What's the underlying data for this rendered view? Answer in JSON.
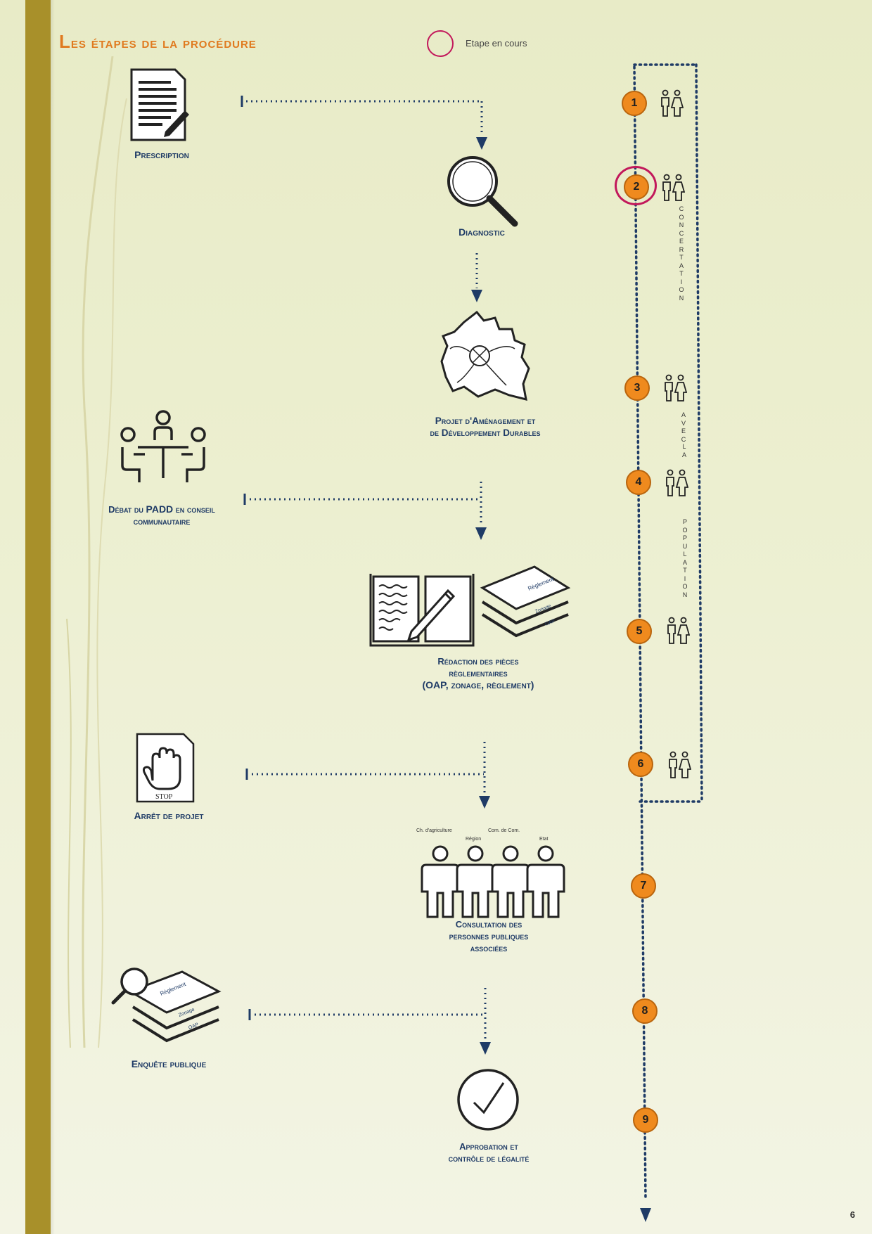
{
  "header": {
    "title_first": "L",
    "title_rest": "es étapes de la procédure",
    "legend_label": "Etape en cours"
  },
  "stages": {
    "prescription": "Prescription",
    "diagnostic": "Diagnostic",
    "padd_line1": "Projet d'Aménagement et",
    "padd_line2": "de Développement Durables",
    "debat_line1_a": "Débat du ",
    "debat_line1_b": "PADD",
    "debat_line1_c": " en conseil",
    "debat_line2": "communautaire",
    "redaction_line1": "Rédaction des pièces",
    "redaction_line2": "règlementaires",
    "redaction_line3": "(OAP, zonage, règlement)",
    "arret": "Arrêt de projet",
    "consultation_line1": "Consultation des",
    "consultation_line2": "personnes publiques",
    "consultation_line3": "associées",
    "enquete": "Enquête publique",
    "approbation_line1": "Approbation et",
    "approbation_line2": "contrôle de légalité"
  },
  "icon_text": {
    "stop": "STOP",
    "reglement": "Règlement",
    "zonage": "Zonage",
    "oap": "OAP",
    "ppa_1": "Ch. d'agriculture",
    "ppa_2": "Région",
    "ppa_3": "Com. de Com.",
    "ppa_4": "Etat"
  },
  "timeline": {
    "steps": [
      "1",
      "2",
      "3",
      "4",
      "5",
      "6",
      "7",
      "8",
      "9"
    ],
    "current_step": "2",
    "concertation_label": [
      "CONCERTATION",
      "AVEC",
      "LA",
      "POPULATION"
    ]
  },
  "colors": {
    "accent_orange": "#e07a1f",
    "step_orange": "#ef8a1e",
    "current_ring": "#c2185b",
    "navy": "#1f3b66",
    "spine_gold": "#a8902a"
  },
  "page_number": "6"
}
